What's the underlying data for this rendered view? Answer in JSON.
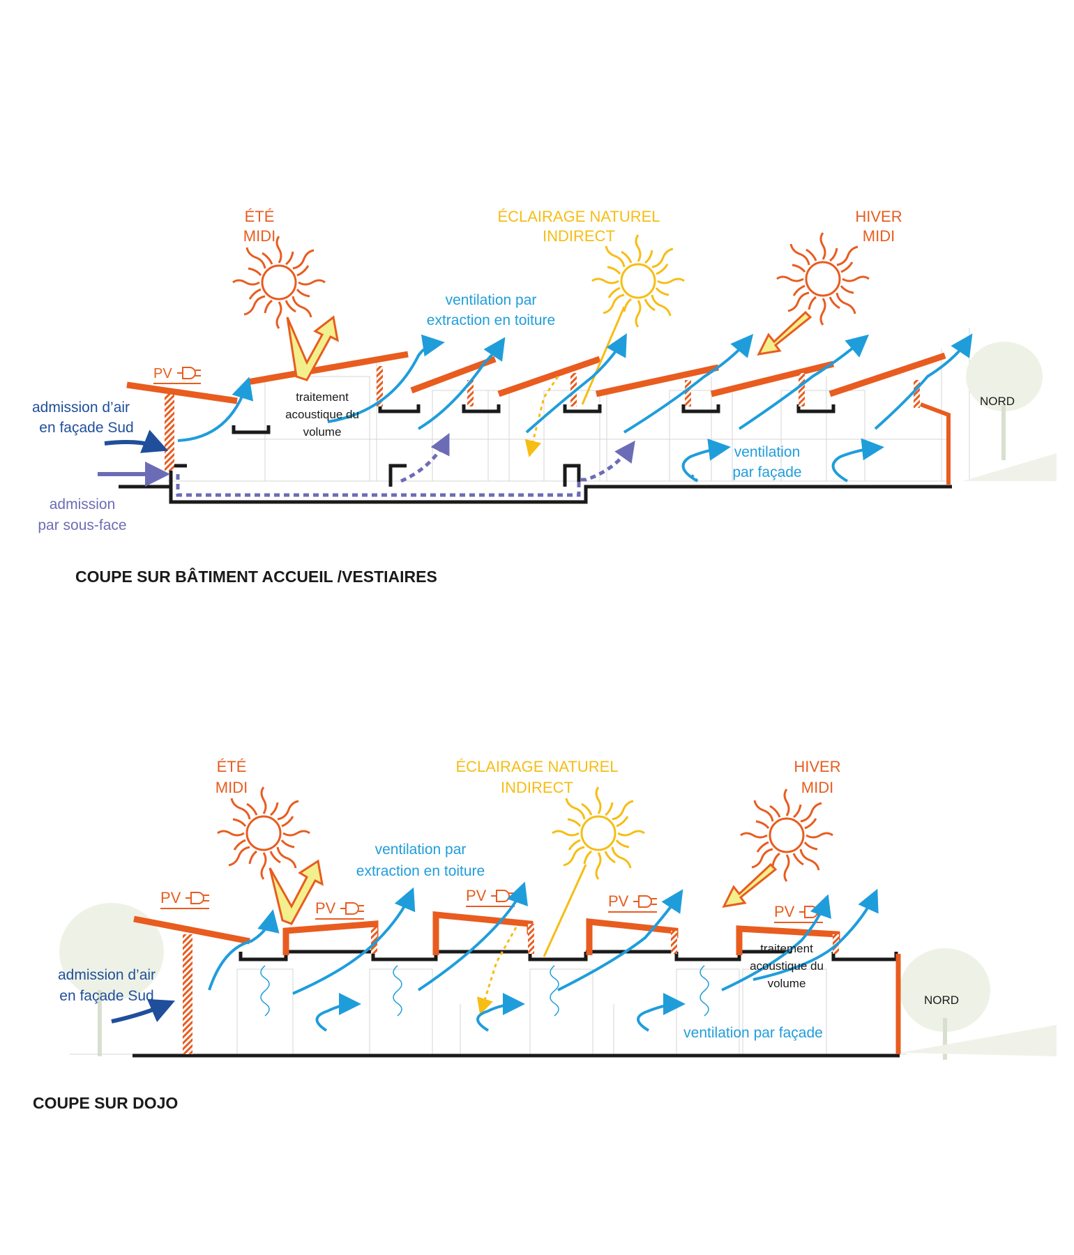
{
  "diagrams": [
    {
      "caption": "COUPE SUR BÂTIMENT ACCUEIL /VESTIAIRES",
      "ete": [
        "ÉTÉ",
        "MIDI"
      ],
      "eclairage": [
        "ÉCLAIRAGE NATUREL",
        "INDIRECT"
      ],
      "hiver": [
        "HIVER",
        "MIDI"
      ],
      "ventilation_toiture": [
        "ventilation par",
        "extraction en toiture"
      ],
      "admission_air": [
        "admission d’air",
        "en façade Sud"
      ],
      "admission_sous_face": [
        "admission",
        "par sous-face"
      ],
      "traitement": [
        "traitement",
        "acoustique du",
        "volume"
      ],
      "ventilation_facade": [
        "ventilation",
        "par façade"
      ],
      "nord": "NORD",
      "pv": "PV"
    },
    {
      "caption": "COUPE SUR DOJO",
      "ete": [
        "ÉTÉ",
        "MIDI"
      ],
      "eclairage": [
        "ÉCLAIRAGE NATUREL",
        "INDIRECT"
      ],
      "hiver": [
        "HIVER",
        "MIDI"
      ],
      "ventilation_toiture": [
        "ventilation par",
        "extraction en toiture"
      ],
      "admission_air": [
        "admission d’air",
        "en façade Sud"
      ],
      "traitement": [
        "traitement",
        "acoustique du",
        "volume"
      ],
      "ventilation_facade": "ventilation par façade",
      "nord": "NORD",
      "pv": [
        "PV",
        "PV",
        "PV",
        "PV",
        "PV"
      ]
    }
  ],
  "colors": {
    "roof": "#e85c1f",
    "sun_summer": "#e85c1f",
    "sun_light": "#f6bd14",
    "airflow": "#1f9ddb",
    "intake": "#1f4e9b",
    "underfloor": "#6c6cb6",
    "structure": "#1a1a1a"
  }
}
